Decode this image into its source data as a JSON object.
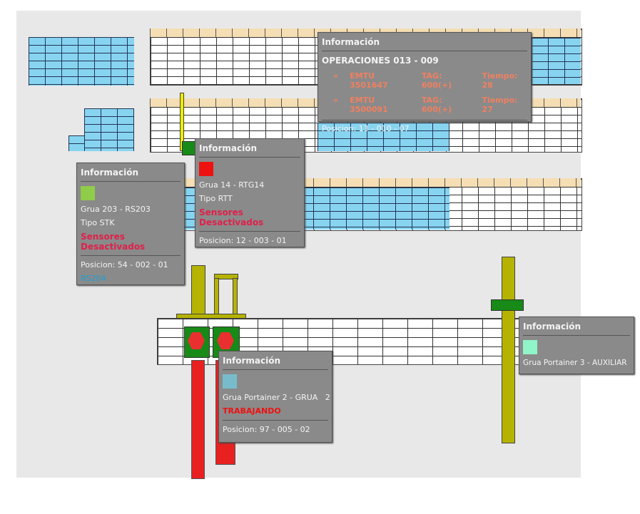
{
  "tooltips": {
    "operaciones": {
      "title": "Información",
      "heading": "OPERACIONES 013 - 009",
      "ops": [
        {
          "arrow": "«",
          "unit": "EMTU 3501647",
          "tag": "TAG: 600(+)",
          "time": "Tiempo: 28"
        },
        {
          "arrow": "«",
          "unit": "EMTU 3500091",
          "tag": "TAG: 600(+)",
          "time": "Tiempo: 27"
        }
      ],
      "position": "Posicion: 13 - 010 - 07"
    },
    "grua203": {
      "title": "Información",
      "color": "#8fcc4a",
      "name": "Grua 203 - RS203",
      "type": "Tipo STK",
      "status": "Sensores Desactivados",
      "position": "Posicion: 54 - 002 - 01",
      "link": "RS204",
      "link_color": "#1aa0d8"
    },
    "grua14": {
      "title": "Información",
      "color": "#ee1111",
      "name": "Grua 14 - RTG14",
      "type": "Tipo RTT",
      "status": "Sensores Desactivados",
      "position": "Posicion: 12 - 003 - 01"
    },
    "portainer2": {
      "title": "Información",
      "color": "#78bccc",
      "name": "Grua Portainer 2 - GRUA   2",
      "status": "TRABAJANDO",
      "status_color": "#ee1111",
      "position": "Posicion: 97 - 005 - 02"
    },
    "portainer3": {
      "title": "Información",
      "color": "#90f5c8",
      "name": "Grua Portainer 3 - AUXILIAR"
    }
  }
}
